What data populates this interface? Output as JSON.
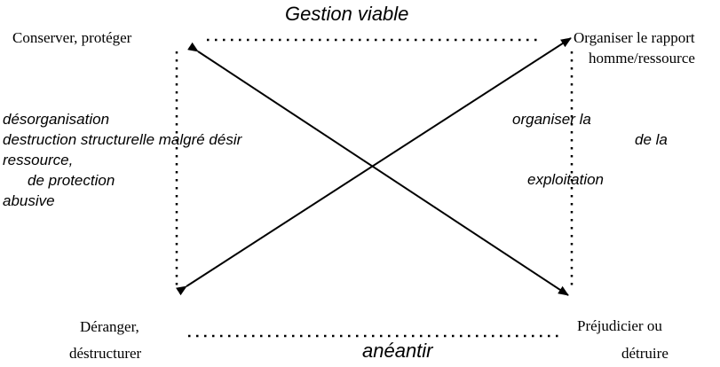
{
  "top_label": "Gestion viable",
  "bottom_label": "anéantir",
  "corners": {
    "top_left": "Conserver, protéger",
    "top_right_line1": "Organiser le rapport",
    "top_right_line2": "homme/ressource",
    "bottom_left_line1": "Déranger,",
    "bottom_left_line2": "déstructurer",
    "bottom_right_line1": "Préjudicier ou",
    "bottom_right_line2": "détruire"
  },
  "left_side": {
    "line1": "désorganisation",
    "line2": "destruction structurelle malgré désir",
    "line3": "ressource,",
    "line4": "de protection",
    "line5": "abusive"
  },
  "right_side": {
    "line1": "organiser la",
    "line2": "de la",
    "line3": "exploitation"
  }
}
